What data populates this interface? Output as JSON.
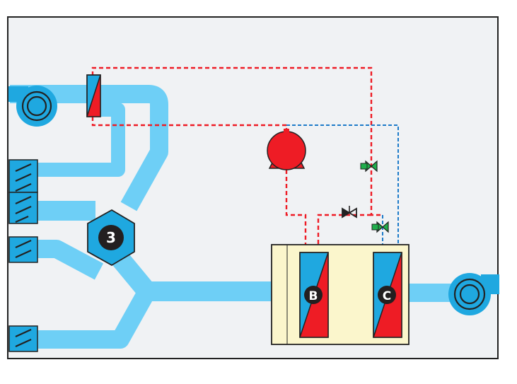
{
  "colors": {
    "frame_bg": "#f0f2f4",
    "frame_stroke": "#222222",
    "duct": "#6ecff6",
    "equipment_blue": "#1fa8e0",
    "hot_red": "#ee1c25",
    "cold_blue": "#1d7bc9",
    "valve_green": "#1fae4b",
    "housing": "#fbf6cc",
    "badge_dark": "#231f20"
  },
  "labels": {
    "mixing_unit": "3",
    "coil_b": "B",
    "coil_c": "C"
  },
  "icons": {
    "supply_fan": "fan-icon",
    "exhaust_fan": "fan-icon",
    "damper": "damper-icon",
    "pump": "pump-icon",
    "valve": "valve-icon",
    "heat_exchanger": "heat-exchanger-icon"
  }
}
